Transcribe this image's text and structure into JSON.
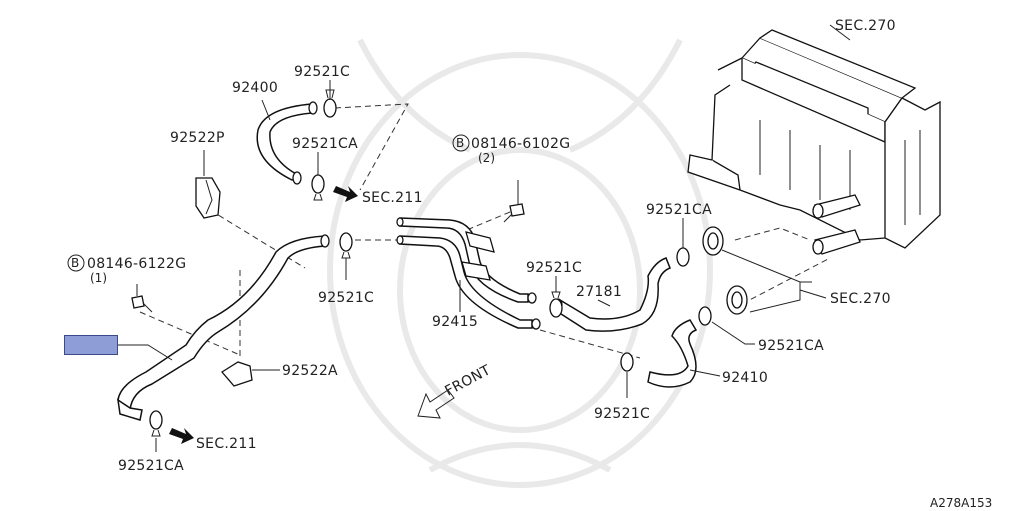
{
  "labels": {
    "sec270_top": "SEC.270",
    "p92400": "92400",
    "p92521C_top": "92521C",
    "p92522P": "92522P",
    "p92521CA_top": "92521CA",
    "sec211_top": "SEC.211",
    "bolt_6102G": "08146-6102G",
    "bolt_6102G_qty": "(2)",
    "bolt_6122G": "08146-6122G",
    "bolt_6122G_qty": "(1)",
    "p92521C_mid": "92521C",
    "p92415": "92415",
    "p92521C_center": "92521C",
    "p27181": "27181",
    "p92521CA_right": "92521CA",
    "sec270_right": "SEC.270",
    "p92521CA_lowright": "92521CA",
    "p92410": "92410",
    "p92522A": "92522A",
    "front": "FRONT",
    "p92521C_bottom": "92521C",
    "p92521CA_bottom": "92521CA",
    "sec211_bottom": "SEC.211",
    "diagram_code": "A278A153"
  },
  "bolt_prefix": "B"
}
